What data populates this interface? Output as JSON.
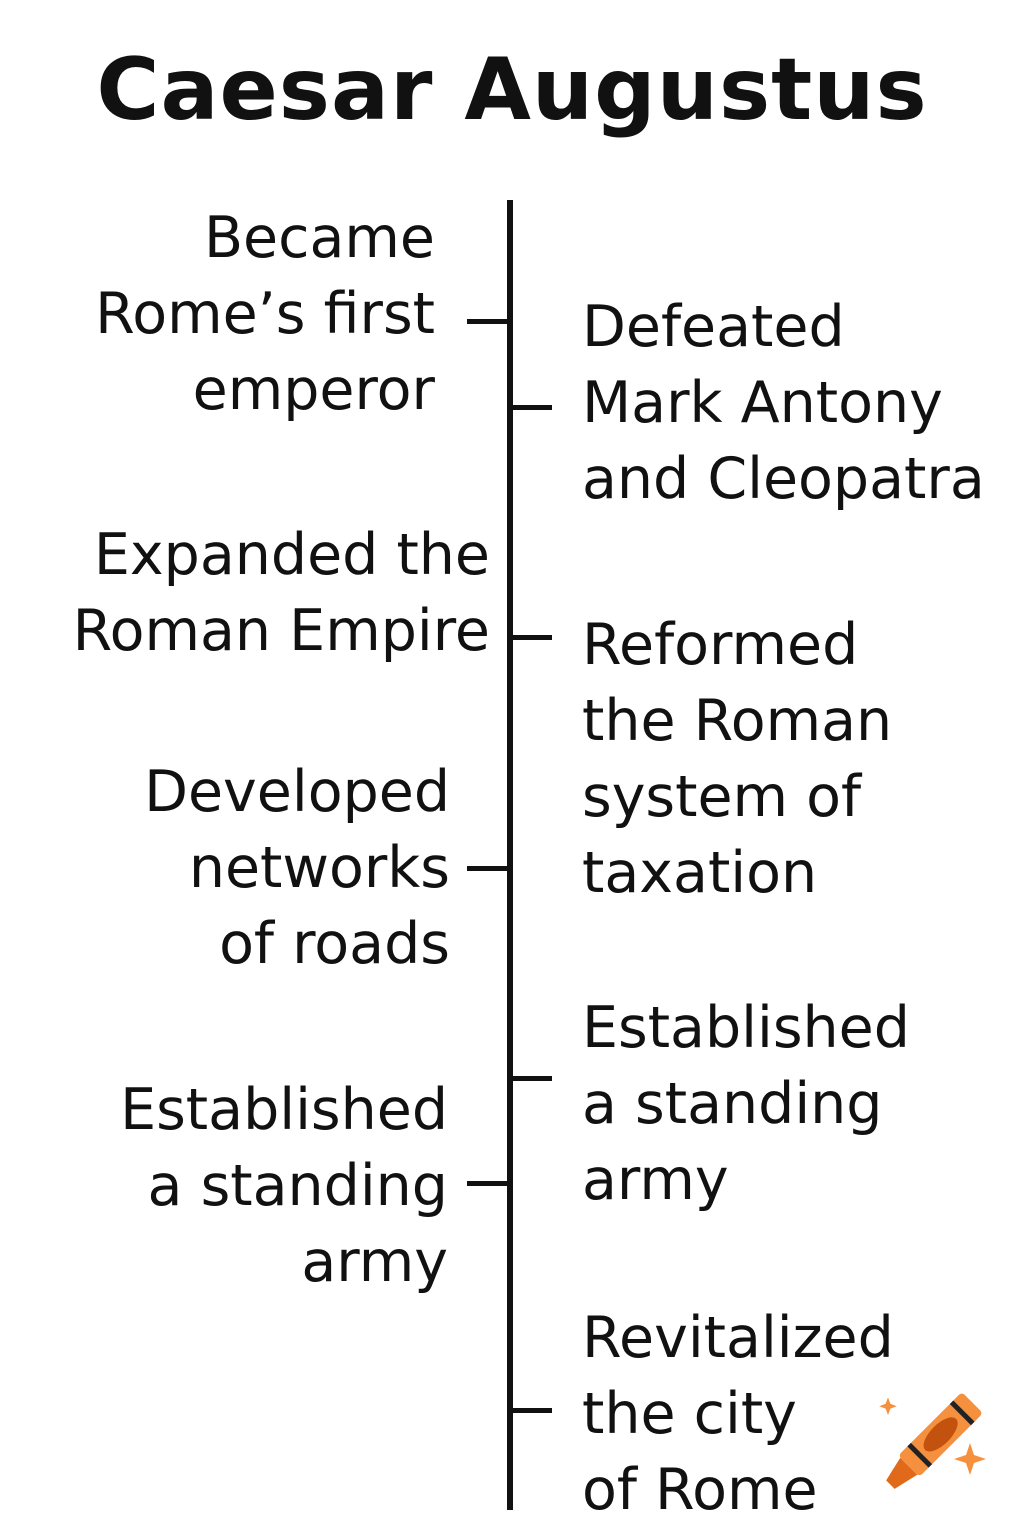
{
  "title": "Caesar Augustus",
  "left_events": [
    {
      "text": "Became\nRome’s first\nemperor"
    },
    {
      "text": "Expanded the\nRoman Empire"
    },
    {
      "text": "Developed\nnetworks\nof roads"
    },
    {
      "text": "Established\na standing\narmy"
    }
  ],
  "right_events": [
    {
      "text": "Defeated\nMark Antony\nand Cleopatra"
    },
    {
      "text": "Reformed\nthe Roman\nsystem of\ntaxation"
    },
    {
      "text": "Established\na standing\narmy"
    },
    {
      "text": "Revitalized\nthe city\nof Rome"
    }
  ],
  "colors": {
    "ink": "#111111",
    "crayon": "#f5913e",
    "crayon_dark": "#c4520f"
  },
  "icons": [
    "crayon-icon",
    "sparkle-icon"
  ]
}
